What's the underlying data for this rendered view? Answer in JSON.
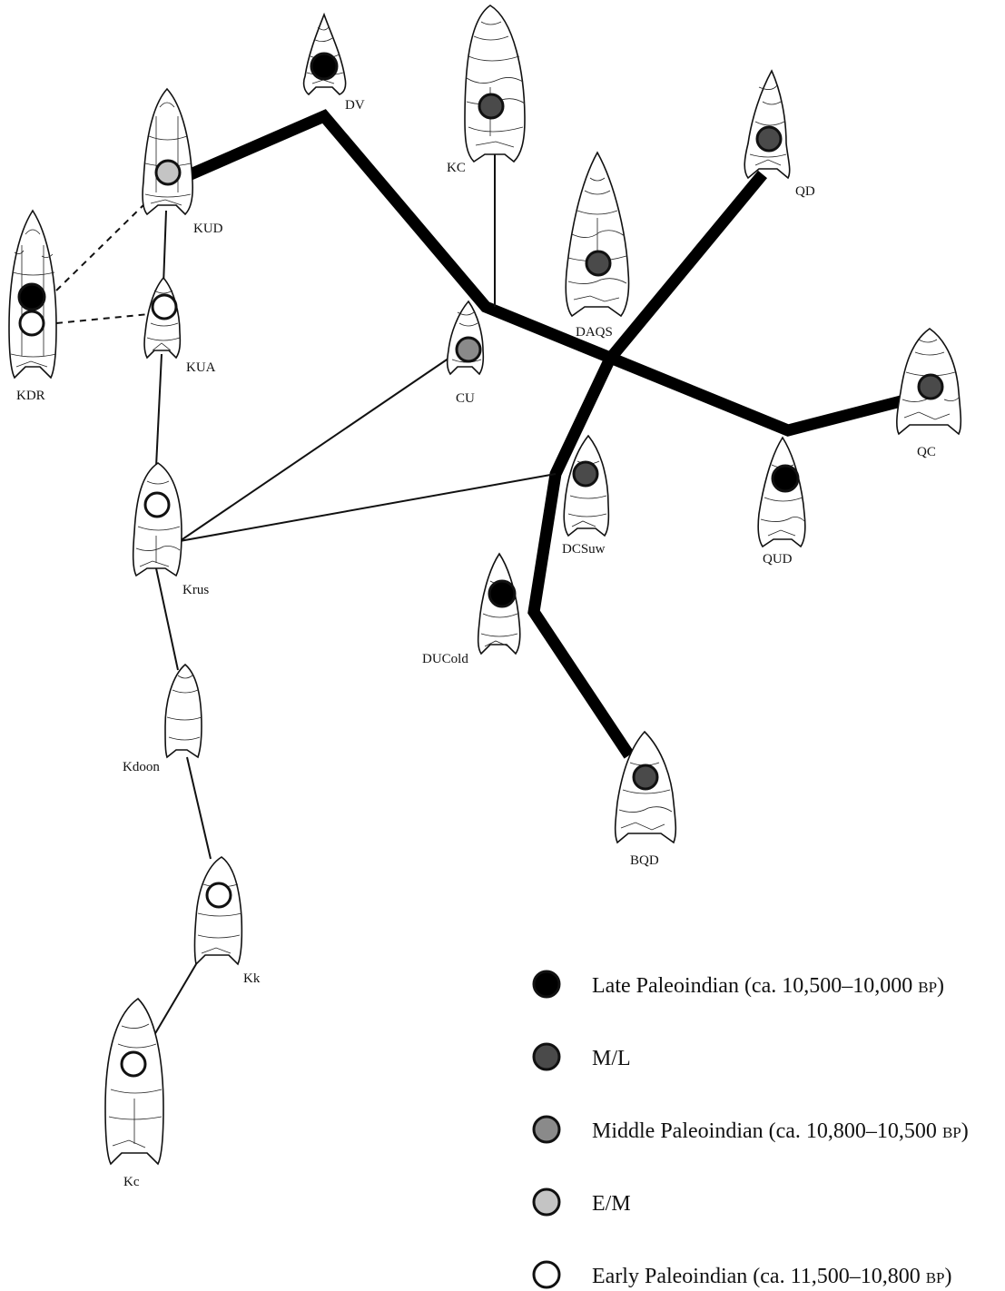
{
  "colors": {
    "late": "#000000",
    "ml": "#4a4a4a",
    "middle": "#8a8a8a",
    "em": "#c4c4c4",
    "early": "#ffffff"
  },
  "points": [
    {
      "id": "DV",
      "label": "DV",
      "periods": [
        "late"
      ]
    },
    {
      "id": "KC",
      "label": "KC",
      "periods": [
        "ml"
      ]
    },
    {
      "id": "QD",
      "label": "QD",
      "periods": [
        "ml"
      ]
    },
    {
      "id": "KUD",
      "label": "KUD",
      "periods": [
        "em"
      ]
    },
    {
      "id": "KDR",
      "label": "KDR",
      "periods": [
        "late",
        "early"
      ]
    },
    {
      "id": "KUA",
      "label": "KUA",
      "periods": [
        "early"
      ]
    },
    {
      "id": "DAQS",
      "label": "DAQS",
      "periods": [
        "ml"
      ]
    },
    {
      "id": "CU",
      "label": "CU",
      "periods": [
        "middle"
      ]
    },
    {
      "id": "QC",
      "label": "QC",
      "periods": [
        "ml"
      ]
    },
    {
      "id": "QUD",
      "label": "QUD",
      "periods": [
        "late"
      ]
    },
    {
      "id": "DCSuw",
      "label": "DCSuw",
      "periods": [
        "ml"
      ]
    },
    {
      "id": "Krus",
      "label": "Krus",
      "periods": [
        "early"
      ]
    },
    {
      "id": "DUCold",
      "label": "DUCold",
      "periods": [
        "late"
      ]
    },
    {
      "id": "Kdoon",
      "label": "Kdoon",
      "periods": []
    },
    {
      "id": "BQD",
      "label": "BQD",
      "periods": [
        "ml"
      ]
    },
    {
      "id": "Kk",
      "label": "Kk",
      "periods": [
        "early"
      ]
    },
    {
      "id": "Kc",
      "label": "Kc",
      "periods": [
        "early"
      ]
    }
  ],
  "legend": [
    {
      "key": "late",
      "label": "Late Paleoindian (ca. 10,500–10,000 ",
      "suffix": "BP",
      "close": ")"
    },
    {
      "key": "ml",
      "label": "M/L",
      "suffix": "",
      "close": ""
    },
    {
      "key": "middle",
      "label": "Middle Paleoindian (ca. 10,800–10,500 ",
      "suffix": "BP",
      "close": ")"
    },
    {
      "key": "em",
      "label": "E/M",
      "suffix": "",
      "close": ""
    },
    {
      "key": "early",
      "label": "Early Paleoindian (ca. 11,500–10,800 ",
      "suffix": "BP",
      "close": ")"
    }
  ]
}
